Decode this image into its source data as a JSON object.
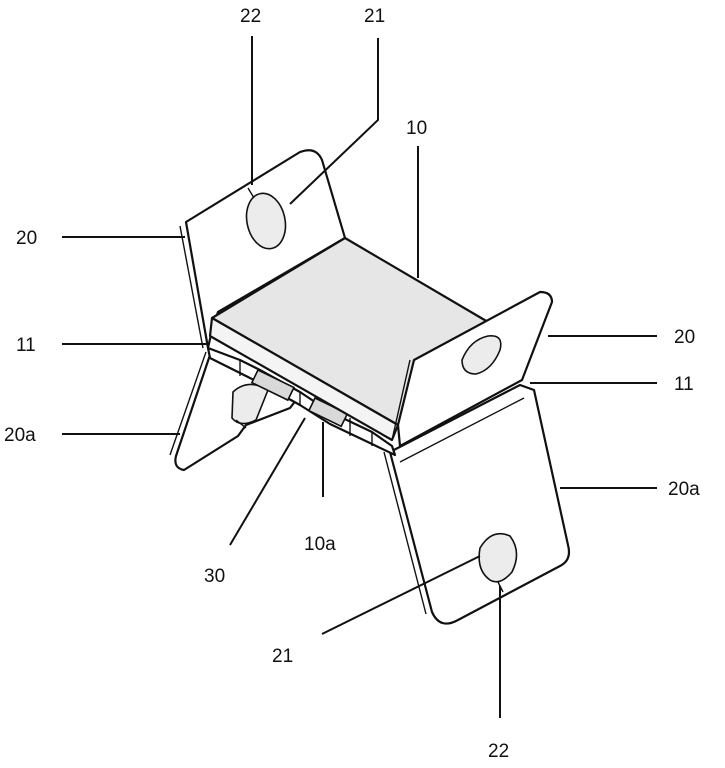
{
  "labels": {
    "top_22": "22",
    "top_21": "21",
    "top_10": "10",
    "left_20": "20",
    "right_20": "20",
    "left_11": "11",
    "right_11": "11",
    "left_20a": "20a",
    "right_20a": "20a",
    "label_30": "30",
    "label_10a": "10a",
    "bottom_21": "21",
    "bottom_22": "22"
  }
}
